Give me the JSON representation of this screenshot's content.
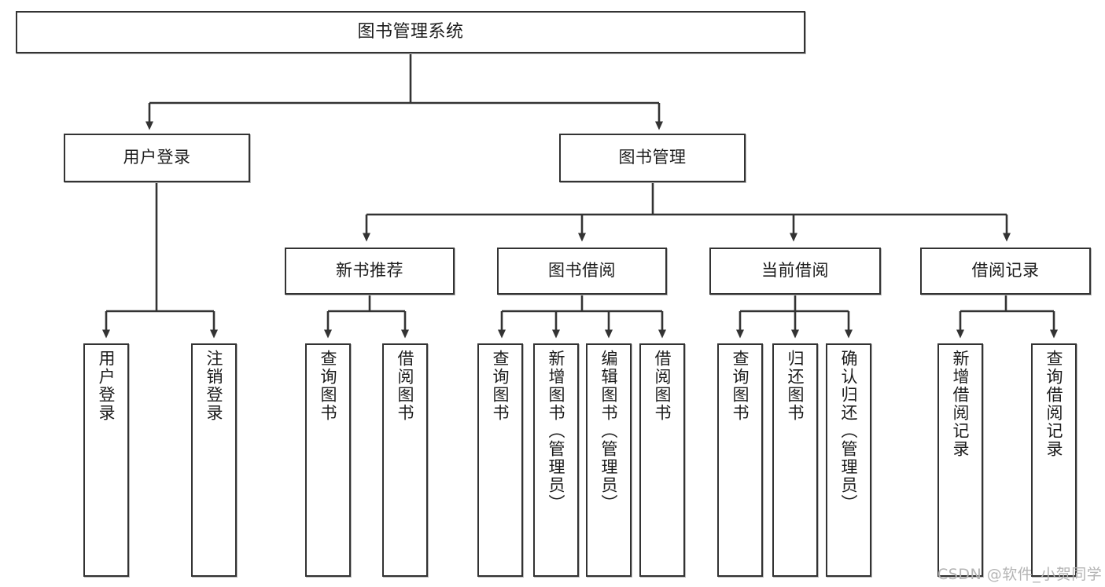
{
  "diagram": {
    "type": "tree",
    "title": "图书管理系统",
    "watermark": "CSDN @软件_小贺同学",
    "colors": {
      "background": "#ffffff",
      "node_border": "#333333",
      "node_fill": "#ffffff",
      "connector": "#333333",
      "watermark": "#b4b4b4"
    },
    "nodes": {
      "root": {
        "label": "图书管理系统"
      },
      "level2": [
        {
          "label": "用户登录"
        },
        {
          "label": "图书管理"
        }
      ],
      "level3": [
        {
          "label": "新书推荐"
        },
        {
          "label": "图书借阅"
        },
        {
          "label": "当前借阅"
        },
        {
          "label": "借阅记录"
        }
      ],
      "leaves": {
        "user_login": [
          {
            "label": "用户登录"
          },
          {
            "label": "注销登录"
          }
        ],
        "new_book": [
          {
            "label": "查询图书"
          },
          {
            "label": "借阅图书"
          }
        ],
        "book_borrow": [
          {
            "label": "查询图书"
          },
          {
            "label": "新增图书（管理员）"
          },
          {
            "label": "编辑图书（管理员）"
          },
          {
            "label": "借阅图书"
          }
        ],
        "current_borrow": [
          {
            "label": "查询图书"
          },
          {
            "label": "归还图书"
          },
          {
            "label": "确认归还（管理员）"
          }
        ],
        "borrow_record": [
          {
            "label": "新增借阅记录"
          },
          {
            "label": "查询借阅记录"
          }
        ]
      }
    }
  }
}
